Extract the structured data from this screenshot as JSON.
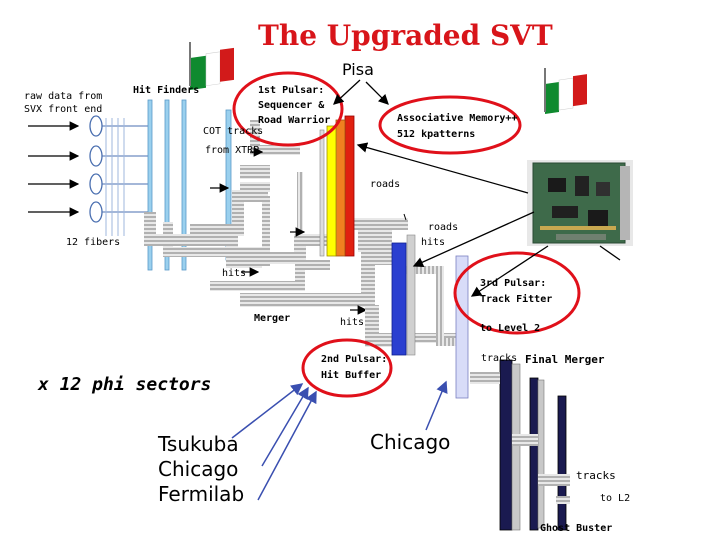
{
  "title": "The Upgraded SVT",
  "owners": {
    "pisa": "Pisa",
    "chicago": "Chicago",
    "tsukuba": "Tsukuba",
    "chicago2": "Chicago",
    "fermilab": "Fermilab"
  },
  "labels": {
    "raw_data_line1": "raw data from",
    "raw_data_line2": "SVX front end",
    "hit_finders": "Hit Finders",
    "fibers": "12 fibers",
    "cot_line1": "COT tracks",
    "cot_line2": "from XTRP",
    "pulsar1_line1": "1st Pulsar:",
    "pulsar1_line2": "Sequencer &",
    "pulsar1_line3": "Road Warrior",
    "am_line1": "Associative Memory++",
    "am_line2": "512 kpatterns",
    "roads": "roads",
    "roads_hits_line1": "roads",
    "roads_hits_line2": "hits",
    "hits1": "hits",
    "merger": "Merger",
    "hits2": "hits",
    "pulsar3_line1": "3rd Pulsar:",
    "pulsar3_line2": "Track Fitter",
    "to_level2": "to Level 2",
    "pulsar2_line1": "2nd Pulsar:",
    "pulsar2_line2": "Hit Buffer",
    "tracks1": "tracks",
    "final_merger": "Final Merger",
    "phi_sectors": "x 12 phi sectors",
    "tracks2": "tracks",
    "to_l2": "to L2",
    "ghost_buster": "Ghost Buster"
  },
  "colors": {
    "title": "#d8151a",
    "circle": "#e0101a",
    "arrow_blue": "#3a4fb0",
    "board_red": "#e02010",
    "board_orange": "#f08020",
    "board_yellow": "#ffff00",
    "board_blue": "#2a3fd0",
    "board_lavender": "#d8dcf8"
  }
}
